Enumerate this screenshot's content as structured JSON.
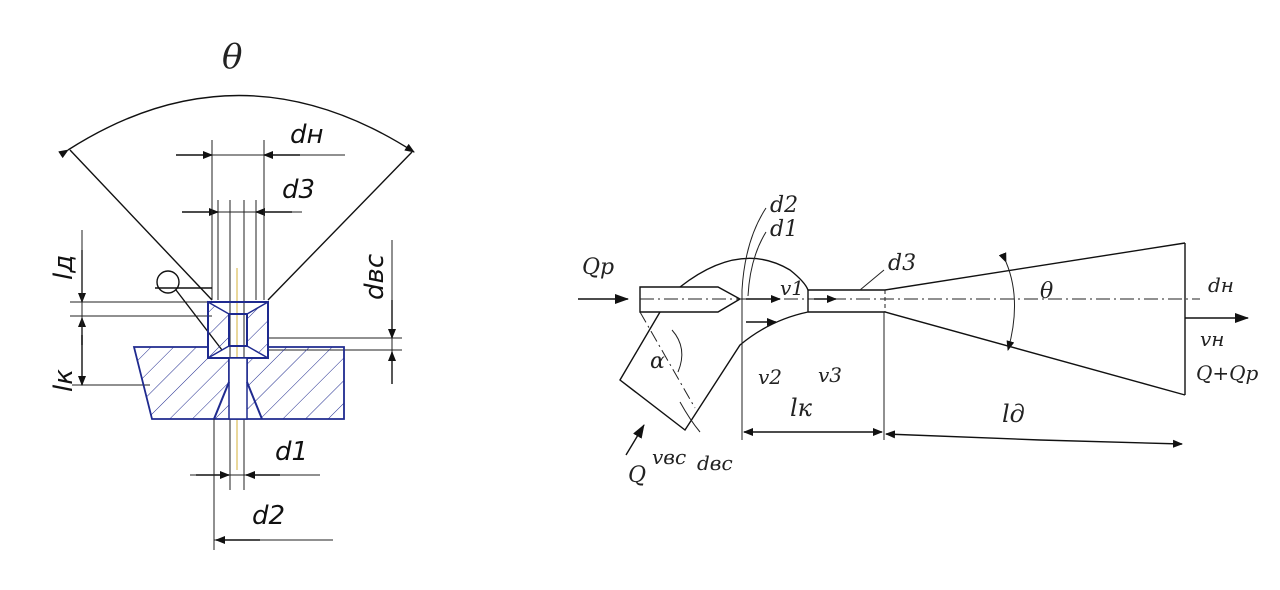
{
  "left_figure": {
    "theta": "θ",
    "d_n": "dн",
    "d3": "d3",
    "l_d": "lд",
    "d_vs": "dвс",
    "l_k": "lк",
    "d1": "d1",
    "d2": "d2"
  },
  "right_figure": {
    "Q_p_in": "Qp",
    "Q_in": "Q",
    "v_vs": "vвс",
    "d_vs": "dвс",
    "alpha": "α",
    "d2": "d2",
    "d1": "d1",
    "v1": "v1",
    "v2": "v2",
    "v3": "v3",
    "d3": "d3",
    "theta": "θ",
    "d_n": "dн",
    "v_n": "vн",
    "Q_out": "Q+Qp",
    "l_k": "lк",
    "l_d": "lд"
  },
  "colors": {
    "outline": "#1f2a8f",
    "lines": "#111111"
  }
}
